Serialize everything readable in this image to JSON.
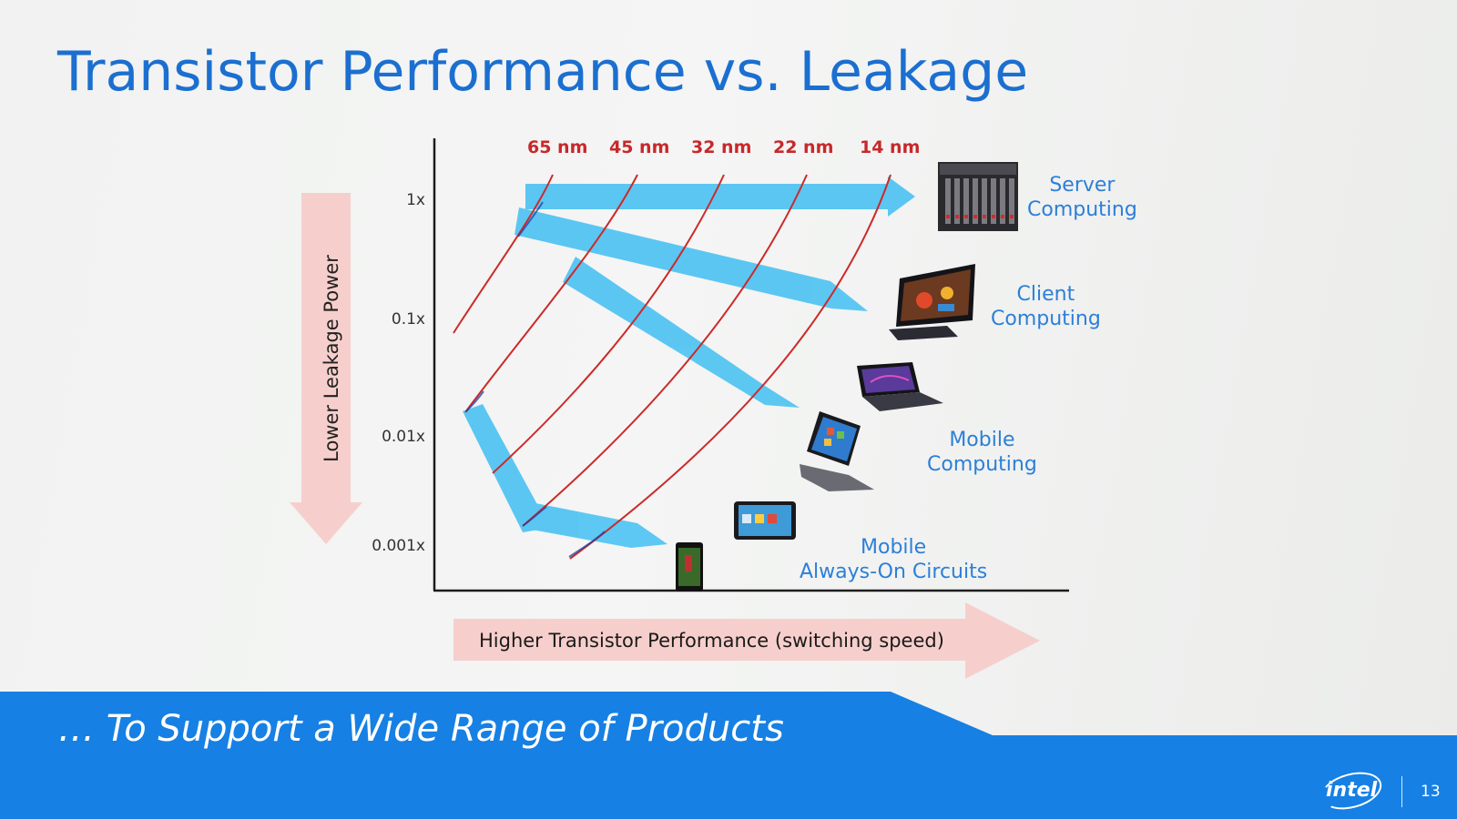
{
  "slide": {
    "title": "Transistor Performance vs. Leakage",
    "banner": "… To Support a Wide Range of Products",
    "page_number": "13",
    "logo_text": "intel"
  },
  "axes": {
    "y_label": "Lower Leakage Power",
    "x_label": "Higher Transistor Performance (switching speed)",
    "y_ticks": [
      "1x",
      "0.1x",
      "0.01x",
      "0.001x"
    ]
  },
  "process_nodes": [
    "65 nm",
    "45 nm",
    "32 nm",
    "22 nm",
    "14 nm"
  ],
  "product_segments": [
    {
      "line1": "Server",
      "line2": "Computing"
    },
    {
      "line1": "Client",
      "line2": "Computing"
    },
    {
      "line1": "Mobile",
      "line2": "Computing"
    },
    {
      "line1": "Mobile",
      "line2": "Always-On Circuits"
    }
  ],
  "devices": [
    "server-rack-icon",
    "all-in-one-pc-icon",
    "laptop-icon",
    "convertible-tablet-icon",
    "tablet-icon",
    "smartphone-icon"
  ],
  "colors": {
    "title": "#1b6fd0",
    "segment_label": "#2c7fd8",
    "process_node": "#c8282a",
    "arrow_band": "#4fc3f2",
    "axis_arrow": "#f6cfcc",
    "banner": "#1680e4"
  }
}
